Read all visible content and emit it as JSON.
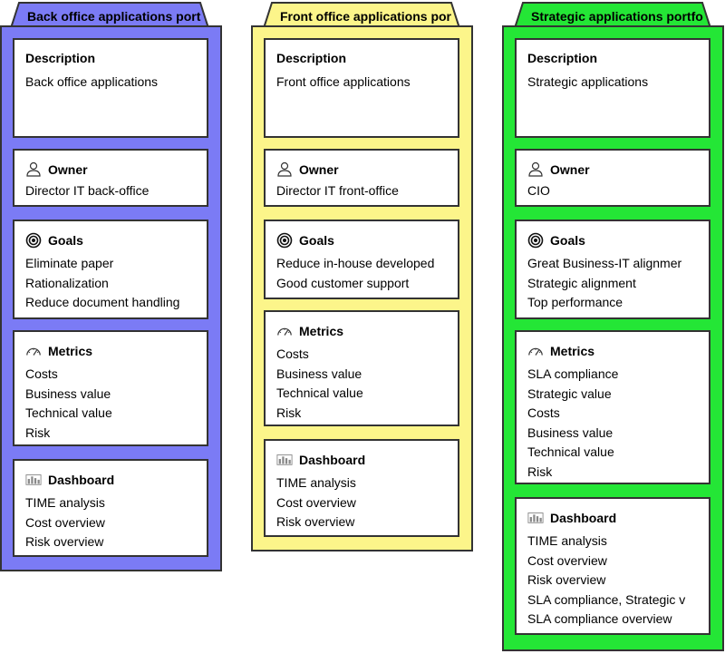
{
  "colors": {
    "back_office": "#7b7bf5",
    "front_office": "#fcf58a",
    "strategic": "#24e636",
    "border": "#333333",
    "card_bg": "#ffffff"
  },
  "portfolios": [
    {
      "title": "Back office applications port",
      "description": {
        "title": "Description",
        "items": [
          "Back office applications"
        ]
      },
      "owner": {
        "title": "Owner",
        "icon": "user-icon",
        "items": [
          "Director IT back-office"
        ]
      },
      "goals": {
        "title": "Goals",
        "icon": "target-icon",
        "items": [
          "Eliminate paper",
          "Rationalization",
          "Reduce document handling"
        ]
      },
      "metrics": {
        "title": "Metrics",
        "icon": "gauge-icon",
        "items": [
          "Costs",
          "Business value",
          "Technical value",
          "Risk"
        ]
      },
      "dashboard": {
        "title": "Dashboard",
        "icon": "dashboard-icon",
        "items": [
          "TIME analysis",
          "Cost overview",
          "Risk overview"
        ]
      }
    },
    {
      "title": "Front office applications por",
      "description": {
        "title": "Description",
        "items": [
          "Front office applications"
        ]
      },
      "owner": {
        "title": "Owner",
        "icon": "user-icon",
        "items": [
          "Director IT front-office"
        ]
      },
      "goals": {
        "title": "Goals",
        "icon": "target-icon",
        "items": [
          "Reduce in-house developed",
          "Good customer support"
        ]
      },
      "metrics": {
        "title": "Metrics",
        "icon": "gauge-icon",
        "items": [
          "Costs",
          "Business value",
          "Technical value",
          "Risk"
        ]
      },
      "dashboard": {
        "title": "Dashboard",
        "icon": "dashboard-icon",
        "items": [
          "TIME analysis",
          "Cost overview",
          "Risk overview"
        ]
      }
    },
    {
      "title": "Strategic applications portfo",
      "description": {
        "title": "Description",
        "items": [
          "Strategic applications"
        ]
      },
      "owner": {
        "title": "Owner",
        "icon": "user-icon",
        "items": [
          "CIO"
        ]
      },
      "goals": {
        "title": "Goals",
        "icon": "target-icon",
        "items": [
          "Great Business-IT alignmer",
          "Strategic alignment",
          "Top performance"
        ]
      },
      "metrics": {
        "title": "Metrics",
        "icon": "gauge-icon",
        "items": [
          "SLA compliance",
          "Strategic value",
          "Costs",
          "Business value",
          "Technical value",
          "Risk"
        ]
      },
      "dashboard": {
        "title": "Dashboard",
        "icon": "dashboard-icon",
        "items": [
          "TIME analysis",
          "Cost overview",
          "Risk overview",
          "SLA compliance, Strategic v",
          "SLA compliance overview"
        ]
      }
    }
  ]
}
